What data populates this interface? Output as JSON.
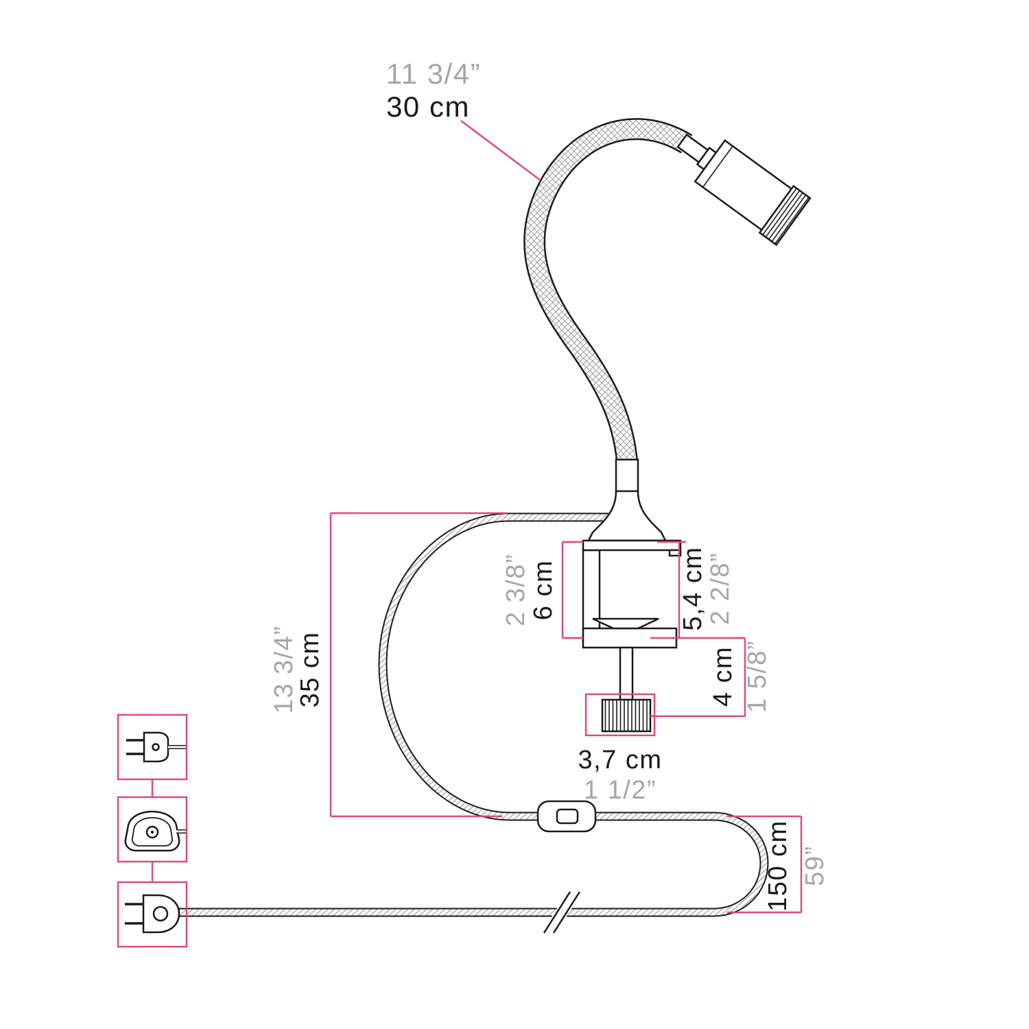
{
  "page": {
    "background": "#ffffff"
  },
  "colors": {
    "dimension_pink": "#e0457b",
    "inch_gray": "#a6a6a6",
    "cm_black": "#1a1a1a",
    "line_dark": "#1a1a1a"
  },
  "dimensions": {
    "flex_arm": {
      "inch": "11 3/4”",
      "cm": "30 cm"
    },
    "clamp_opening": {
      "inch": "2 3/8”",
      "cm": "6 cm"
    },
    "clamp_height": {
      "cm": "5,4 cm",
      "inch": "2 2/8”"
    },
    "screw_length": {
      "cm": "4 cm",
      "inch": "1 5/8”"
    },
    "knob_width": {
      "cm": "3,7 cm",
      "inch": "1 1/2”"
    },
    "cable_holder_to_switch": {
      "inch": "13 3/4”",
      "cm": "35 cm"
    },
    "cable_switch_to_plug": {
      "cm": "150 cm",
      "inch": "59”"
    }
  },
  "icons": {
    "eu_plug": "eu-plug-icon",
    "uk_plug": "uk-plug-icon",
    "us_plug": "us-plug-icon"
  }
}
